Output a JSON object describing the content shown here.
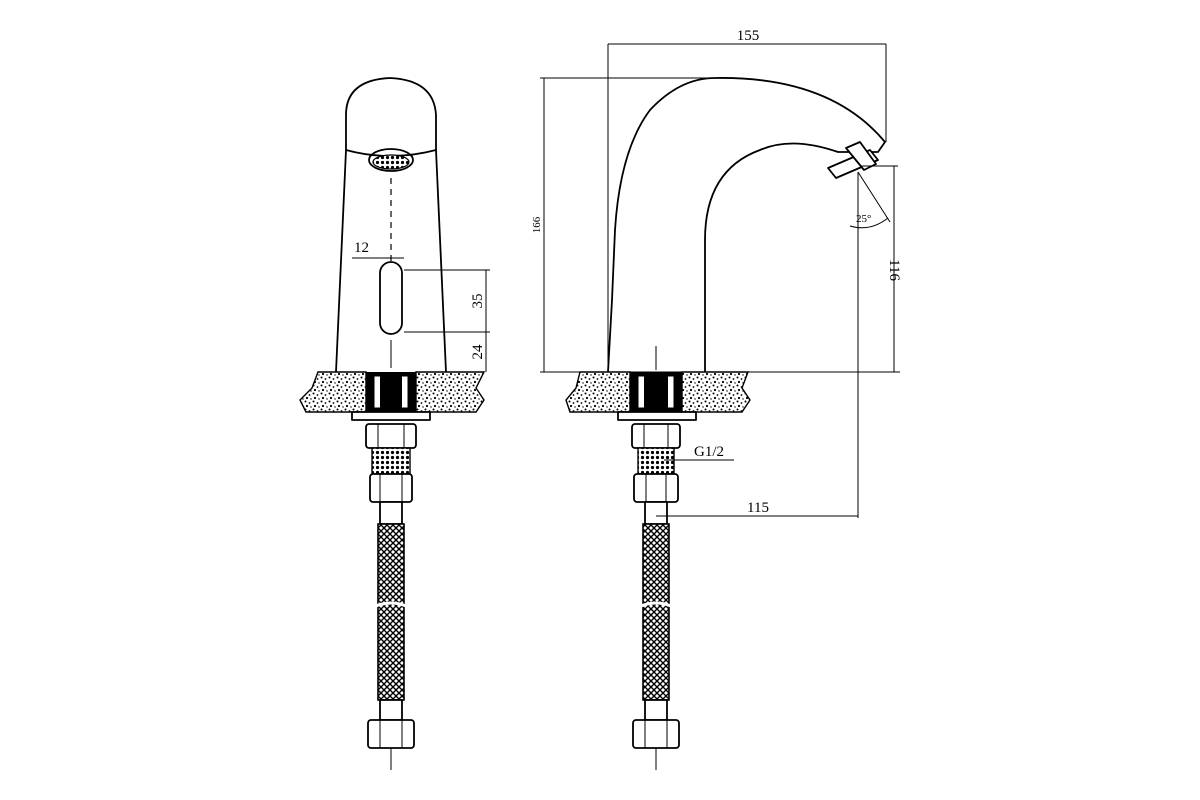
{
  "dimensions": {
    "top_width": "155",
    "total_height": "166",
    "spout_height": "116",
    "reach": "115",
    "sensor_width": "12",
    "sensor_height": "35",
    "sensor_base_offset": "24",
    "spray_angle": "25°",
    "thread": "G1/2"
  },
  "colors": {
    "line": "#000000",
    "background": "#ffffff"
  }
}
